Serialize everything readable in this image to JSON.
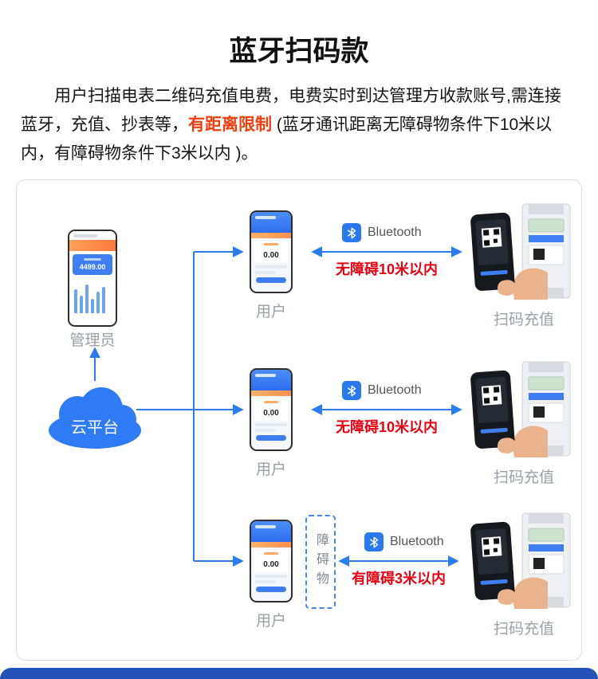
{
  "header": {
    "title": "蓝牙扫码款",
    "desc_part1": "用户扫描电表二维码充值电费，电费实时到达管理方收款账号,需连接蓝牙，充值、抄表等，",
    "desc_highlight": "有距离限制",
    "desc_part2": " (蓝牙通讯距离无障碍物条件下10米以内，有障碍物条件下3米以内 )。"
  },
  "diagram": {
    "admin": {
      "label": "管理员",
      "balance": "4499.00"
    },
    "cloud_label": "云平台",
    "user_balance": "0.00",
    "rows": [
      {
        "user_label": "用户",
        "bt_label": "Bluetooth",
        "distance": "无障碍10米以内",
        "device_label": "扫码充值"
      },
      {
        "user_label": "用户",
        "bt_label": "Bluetooth",
        "distance": "无障碍10米以内",
        "device_label": "扫码充值"
      },
      {
        "user_label": "用户",
        "bt_label": "Bluetooth",
        "distance": "有障碍3米以内",
        "device_label": "扫码充值",
        "obstacle_label": "障碍物"
      }
    ],
    "colors": {
      "accent_blue": "#2a7cf0",
      "cloud_blue": "#2f7bf5",
      "distance_red": "#e60012",
      "highlight_red": "#f03e0e"
    }
  }
}
